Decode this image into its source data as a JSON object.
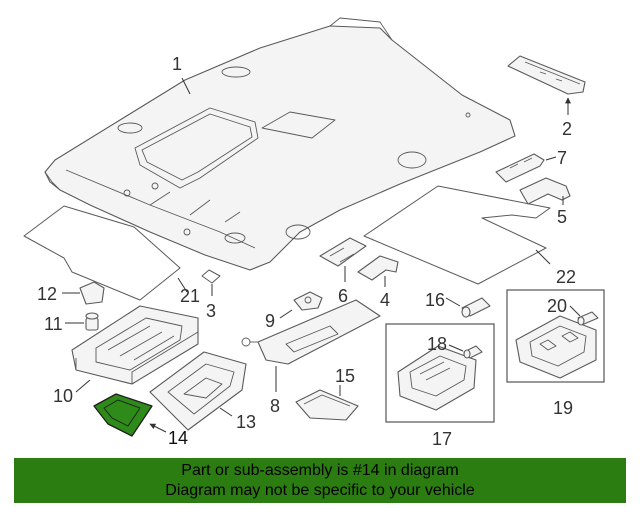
{
  "diagram": {
    "highlight_part": "14",
    "highlight_color": "#2e8b1a",
    "callouts": [
      "1",
      "2",
      "3",
      "4",
      "5",
      "6",
      "7",
      "8",
      "9",
      "10",
      "11",
      "12",
      "13",
      "14",
      "15",
      "16",
      "17",
      "18",
      "19",
      "20",
      "21",
      "22"
    ]
  },
  "banner": {
    "background": "#2b7d12",
    "line1": "Part or sub-assembly is #14 in diagram",
    "line2": "Diagram may not be specific to your vehicle"
  }
}
